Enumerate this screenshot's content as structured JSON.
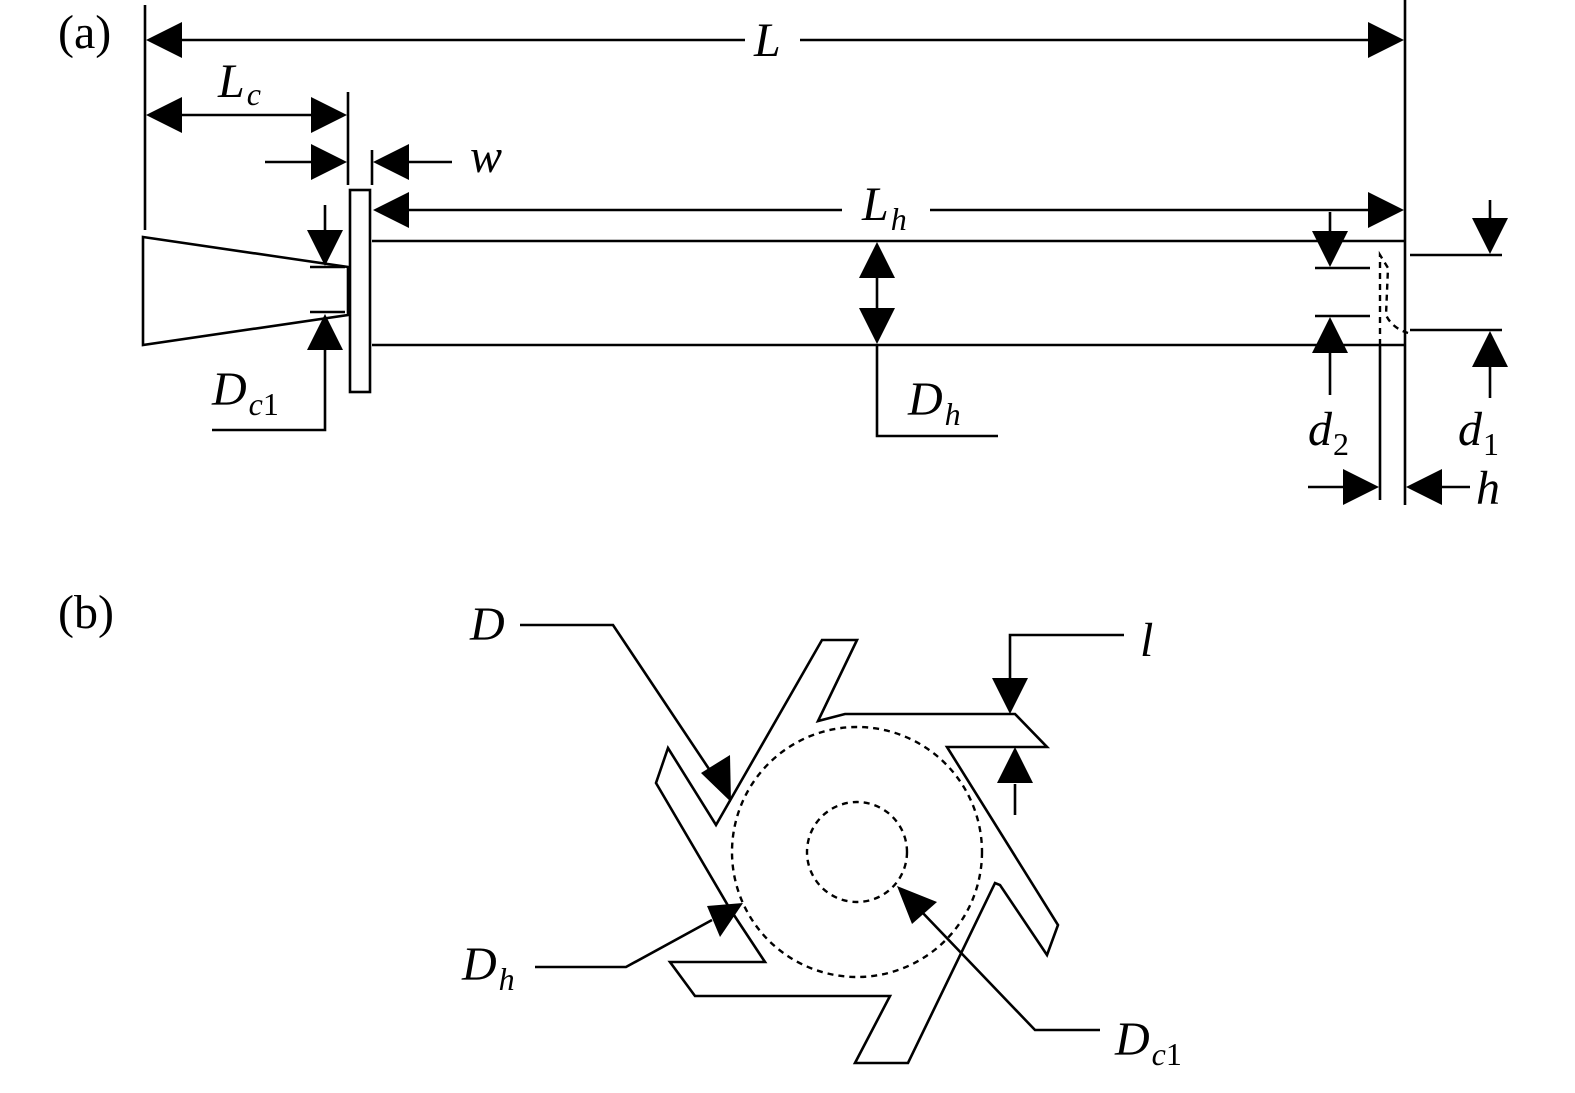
{
  "panels": {
    "a": "(a)",
    "b": "(b)"
  },
  "labels": {
    "L": "L",
    "Lc": {
      "main": "L",
      "sub": "c"
    },
    "w": "w",
    "Lh": {
      "main": "L",
      "sub": "h"
    },
    "Dh_a": {
      "main": "D",
      "sub": "h"
    },
    "Dc1_a": {
      "main": "D",
      "sub": "c",
      "subnum": "1"
    },
    "d2": {
      "main": "d",
      "subnum": "2"
    },
    "d1": {
      "main": "d",
      "subnum": "1"
    },
    "h": "h",
    "D": "D",
    "l": "l",
    "Dh_b": {
      "main": "D",
      "sub": "h"
    },
    "Dc1_b": {
      "main": "D",
      "sub": "c",
      "subnum": "1"
    }
  }
}
